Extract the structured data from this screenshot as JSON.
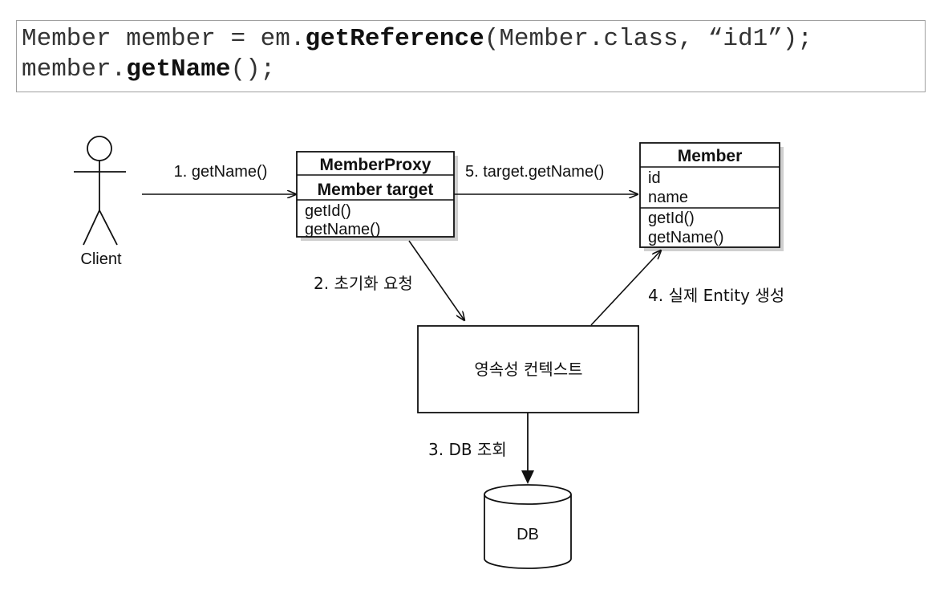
{
  "code": {
    "line1": {
      "pre": "Member member = em.",
      "method": "getReference",
      "post": "(Member.class, “id1”);"
    },
    "line2": {
      "pre": "member.",
      "method": "getName",
      "post": "();"
    }
  },
  "client": {
    "label": "Client"
  },
  "proxy": {
    "title": "MemberProxy",
    "field": "Member target",
    "methods": [
      "getId()",
      "getName()"
    ]
  },
  "member": {
    "title": "Member",
    "fields": [
      "id",
      "name"
    ],
    "methods": [
      "getId()",
      "getName()"
    ]
  },
  "context": {
    "label": "영속성 컨텍스트"
  },
  "db": {
    "label": "DB"
  },
  "arrows": {
    "step1": "1. getName()",
    "step2": "2. 초기화 요청",
    "step3": "3. DB 조회",
    "step4": "4. 실제 Entity 생성",
    "step5": "5. target.getName()"
  }
}
